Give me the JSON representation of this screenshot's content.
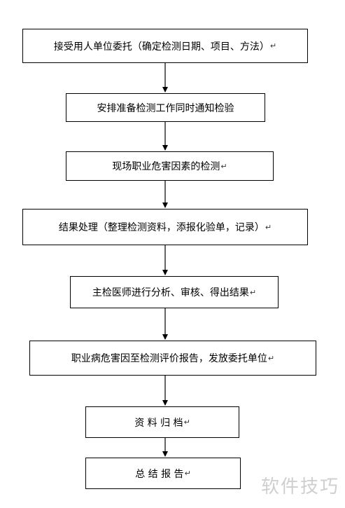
{
  "flowchart": {
    "steps": [
      {
        "id": "s1",
        "text": "接受用人单位委托（确定检测日期、项目、方法）"
      },
      {
        "id": "s2",
        "text": "安排准备检测工作同时通知检验"
      },
      {
        "id": "s3",
        "text": "现场职业危害因素的检测"
      },
      {
        "id": "s4",
        "text": "结果处理（整理检测资料，添报化验单，记录）"
      },
      {
        "id": "s5",
        "text": "主检医师进行分析、审核、得出结果"
      },
      {
        "id": "s6",
        "text": "职业病危害因至检测评价报告，发放委托单位"
      },
      {
        "id": "s7",
        "text": "资 料 归 档"
      },
      {
        "id": "s8",
        "text": "总 结 报 告"
      }
    ],
    "return_mark": "↵",
    "line_color": "#000000"
  },
  "watermark": {
    "text": "软件技巧"
  }
}
